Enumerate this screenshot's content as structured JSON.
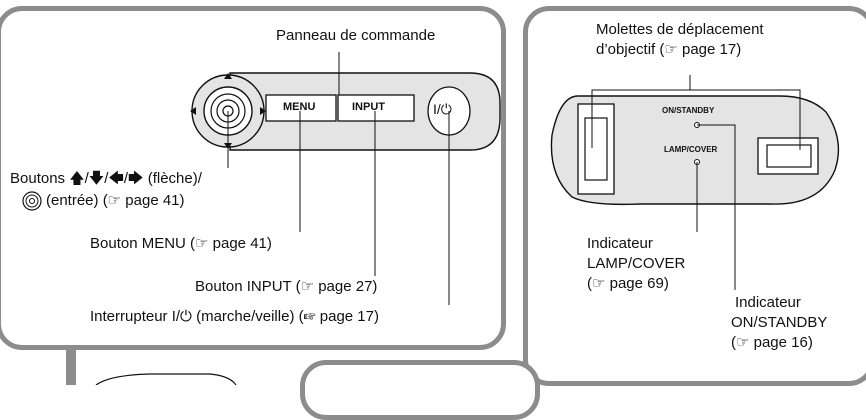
{
  "left_panel": {
    "callout_title": "Panneau de commande",
    "button_menu_text": "MENU",
    "button_input_text": "INPUT",
    "button_power_text": "I/⏻",
    "labels": {
      "arrows_line1": "Boutons 🡅/🡇/🡄/🡆 (flèche)/",
      "arrows_line2": "(entrée) (☞ page 41)",
      "menu": "Bouton MENU (☞ page 41)",
      "input": "Bouton INPUT (☞ page 27)",
      "power": "Interrupteur I/⏻ (marche/veille) (☞ page 17)"
    }
  },
  "right_panel": {
    "lens_title_line1": "Molettes de déplacement",
    "lens_title_line2": "d’objectif (☞ page 17)",
    "on_standby_small": "ON/STANDBY",
    "lamp_cover_small": "LAMP/COVER",
    "lamp_label_line1": "Indicateur",
    "lamp_label_line2": "LAMP/COVER",
    "lamp_label_line3": "(☞ page 69)",
    "standby_label_line1": "Indicateur",
    "standby_label_line2": "ON/STANDBY",
    "standby_label_line3": "(☞ page 16)"
  },
  "colors": {
    "panel_border": "#8c8c8c",
    "device_gray": "#e4e4e4",
    "line": "#111111"
  }
}
